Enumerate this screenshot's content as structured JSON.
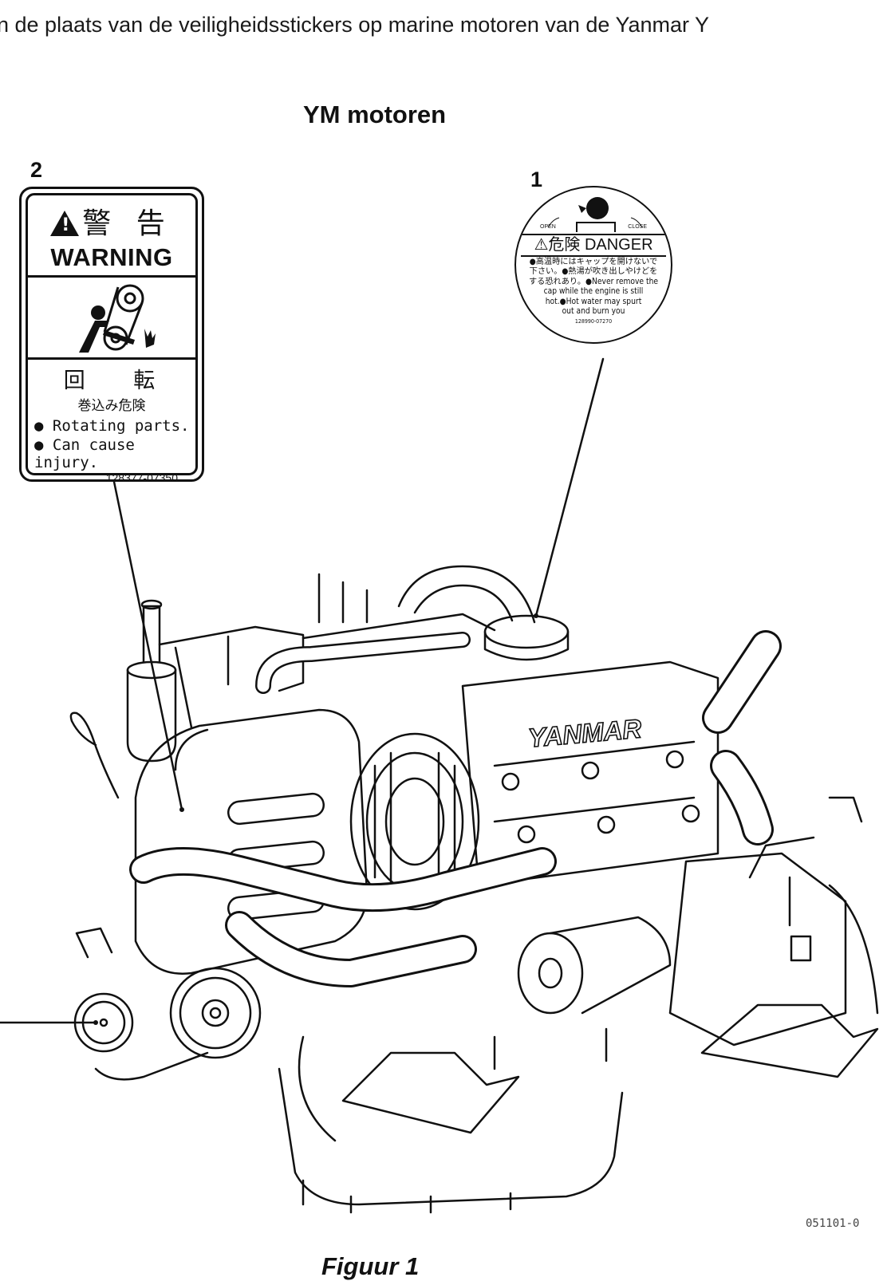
{
  "intro_text": "n de plaats van de veiligheidsstickers op marine motoren van de Yanmar Y",
  "heading": "YM motoren",
  "callouts": [
    "1",
    "2"
  ],
  "warning_label": {
    "jp_title": "警 告",
    "en_title": "WARNING",
    "jp_hazard": "回 転",
    "jp_sub": "巻込み危険",
    "line1": "● Rotating parts.",
    "line2": "● Can cause injury.",
    "code": "128377-07350"
  },
  "danger_label": {
    "open": "OPEN",
    "close": "CLOSE",
    "title": "⚠危険 DANGER",
    "lines": [
      "●高温時にはキャップを開けないで",
      "下さい。●熱湯が吹き出しやけどを",
      "する恐れあり。●Never remove the",
      "cap while the engine is still",
      "hot.●Hot water may spurt",
      "out and burn you"
    ],
    "code": "128990-07270"
  },
  "engine_brand": "YANMAR",
  "figure_number": "051101-0",
  "figure_caption": "Figuur 1"
}
